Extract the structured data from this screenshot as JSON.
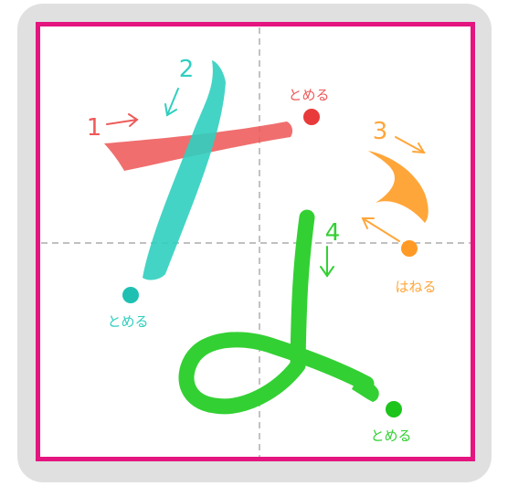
{
  "character": "な",
  "colors": {
    "frame": "#e4157f",
    "background": "#e0e0e0",
    "guide": "#9a9a9a",
    "stroke1": "#ee5a5a",
    "stroke2": "#2fcfbf",
    "stroke3": "#ffa63a",
    "stroke4": "#33d033",
    "dot1": "#e83a3a",
    "dot2": "#1fc0b2",
    "dot3": "#ff9a26",
    "dot4": "#1cc41c"
  },
  "strokes": [
    {
      "number": "1",
      "end_label": "とめる"
    },
    {
      "number": "2",
      "end_label": "とめる"
    },
    {
      "number": "3",
      "end_label": "はねる"
    },
    {
      "number": "4",
      "end_label": "とめる"
    }
  ]
}
